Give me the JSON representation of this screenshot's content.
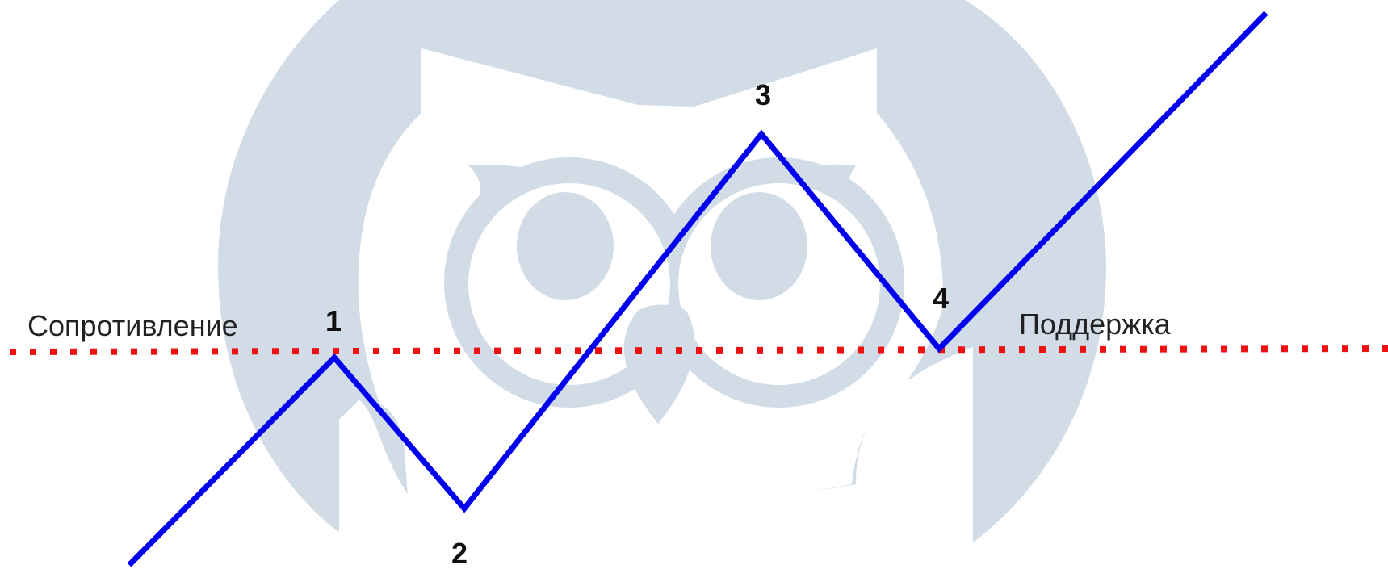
{
  "diagram": {
    "labels": {
      "resistance": "Сопротивление",
      "support": "Поддержка"
    },
    "points": [
      {
        "id": "1",
        "label": "1"
      },
      {
        "id": "2",
        "label": "2"
      },
      {
        "id": "3",
        "label": "3"
      },
      {
        "id": "4",
        "label": "4"
      }
    ],
    "colors": {
      "price_line": "#0000ee",
      "level_line": "#ee1111",
      "watermark": "#d2dce6",
      "background": "#ffffff"
    },
    "watermark_icon": "owl-logo-icon"
  }
}
